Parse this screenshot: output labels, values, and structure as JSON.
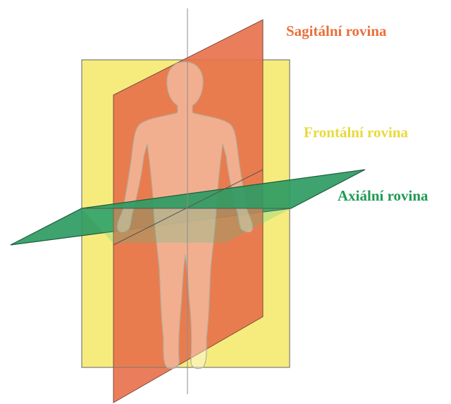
{
  "labels": {
    "sagittal": "Sagitální rovina",
    "frontal": "Frontální rovina",
    "axial": "Axiální rovina"
  },
  "colors": {
    "sagittal": "#E8704A",
    "frontal": "#F6EC7E",
    "axial": "#2E9B63",
    "outline": "#8C8C8C",
    "sagittal_label": "#E8703C",
    "frontal_label": "#E9D93B",
    "axial_label": "#1F9A55"
  }
}
